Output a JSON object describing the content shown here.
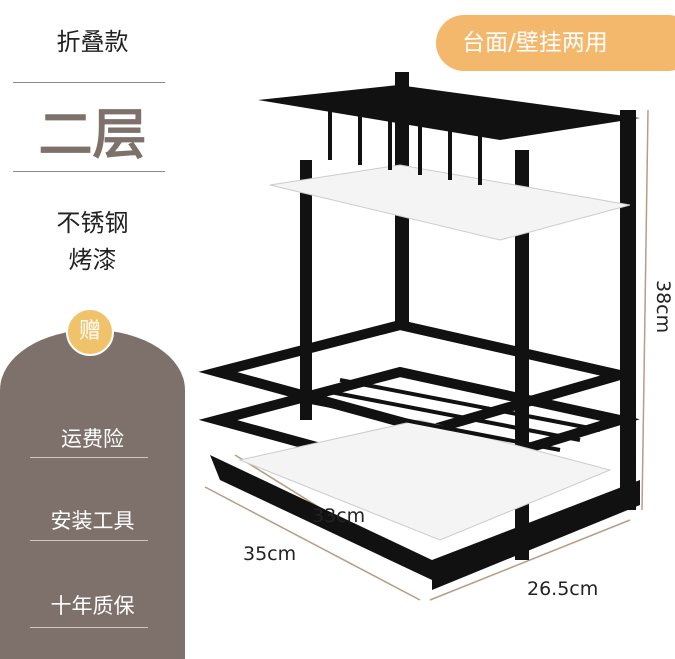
{
  "left": {
    "type": "折叠款",
    "layers": "二层",
    "material_1": "不锈钢",
    "material_2": "烤漆",
    "gift_badge": "赠",
    "gifts": [
      "运费险",
      "安装工具",
      "十年质保"
    ]
  },
  "badge": "台面/壁挂两用",
  "dimensions": {
    "height": "38cm",
    "inner_width": "33cm",
    "width": "35cm",
    "depth": "26.5cm"
  },
  "colors": {
    "panel": "#7e716b",
    "badge": "#f3b86c",
    "gift": "#f0c26a"
  }
}
